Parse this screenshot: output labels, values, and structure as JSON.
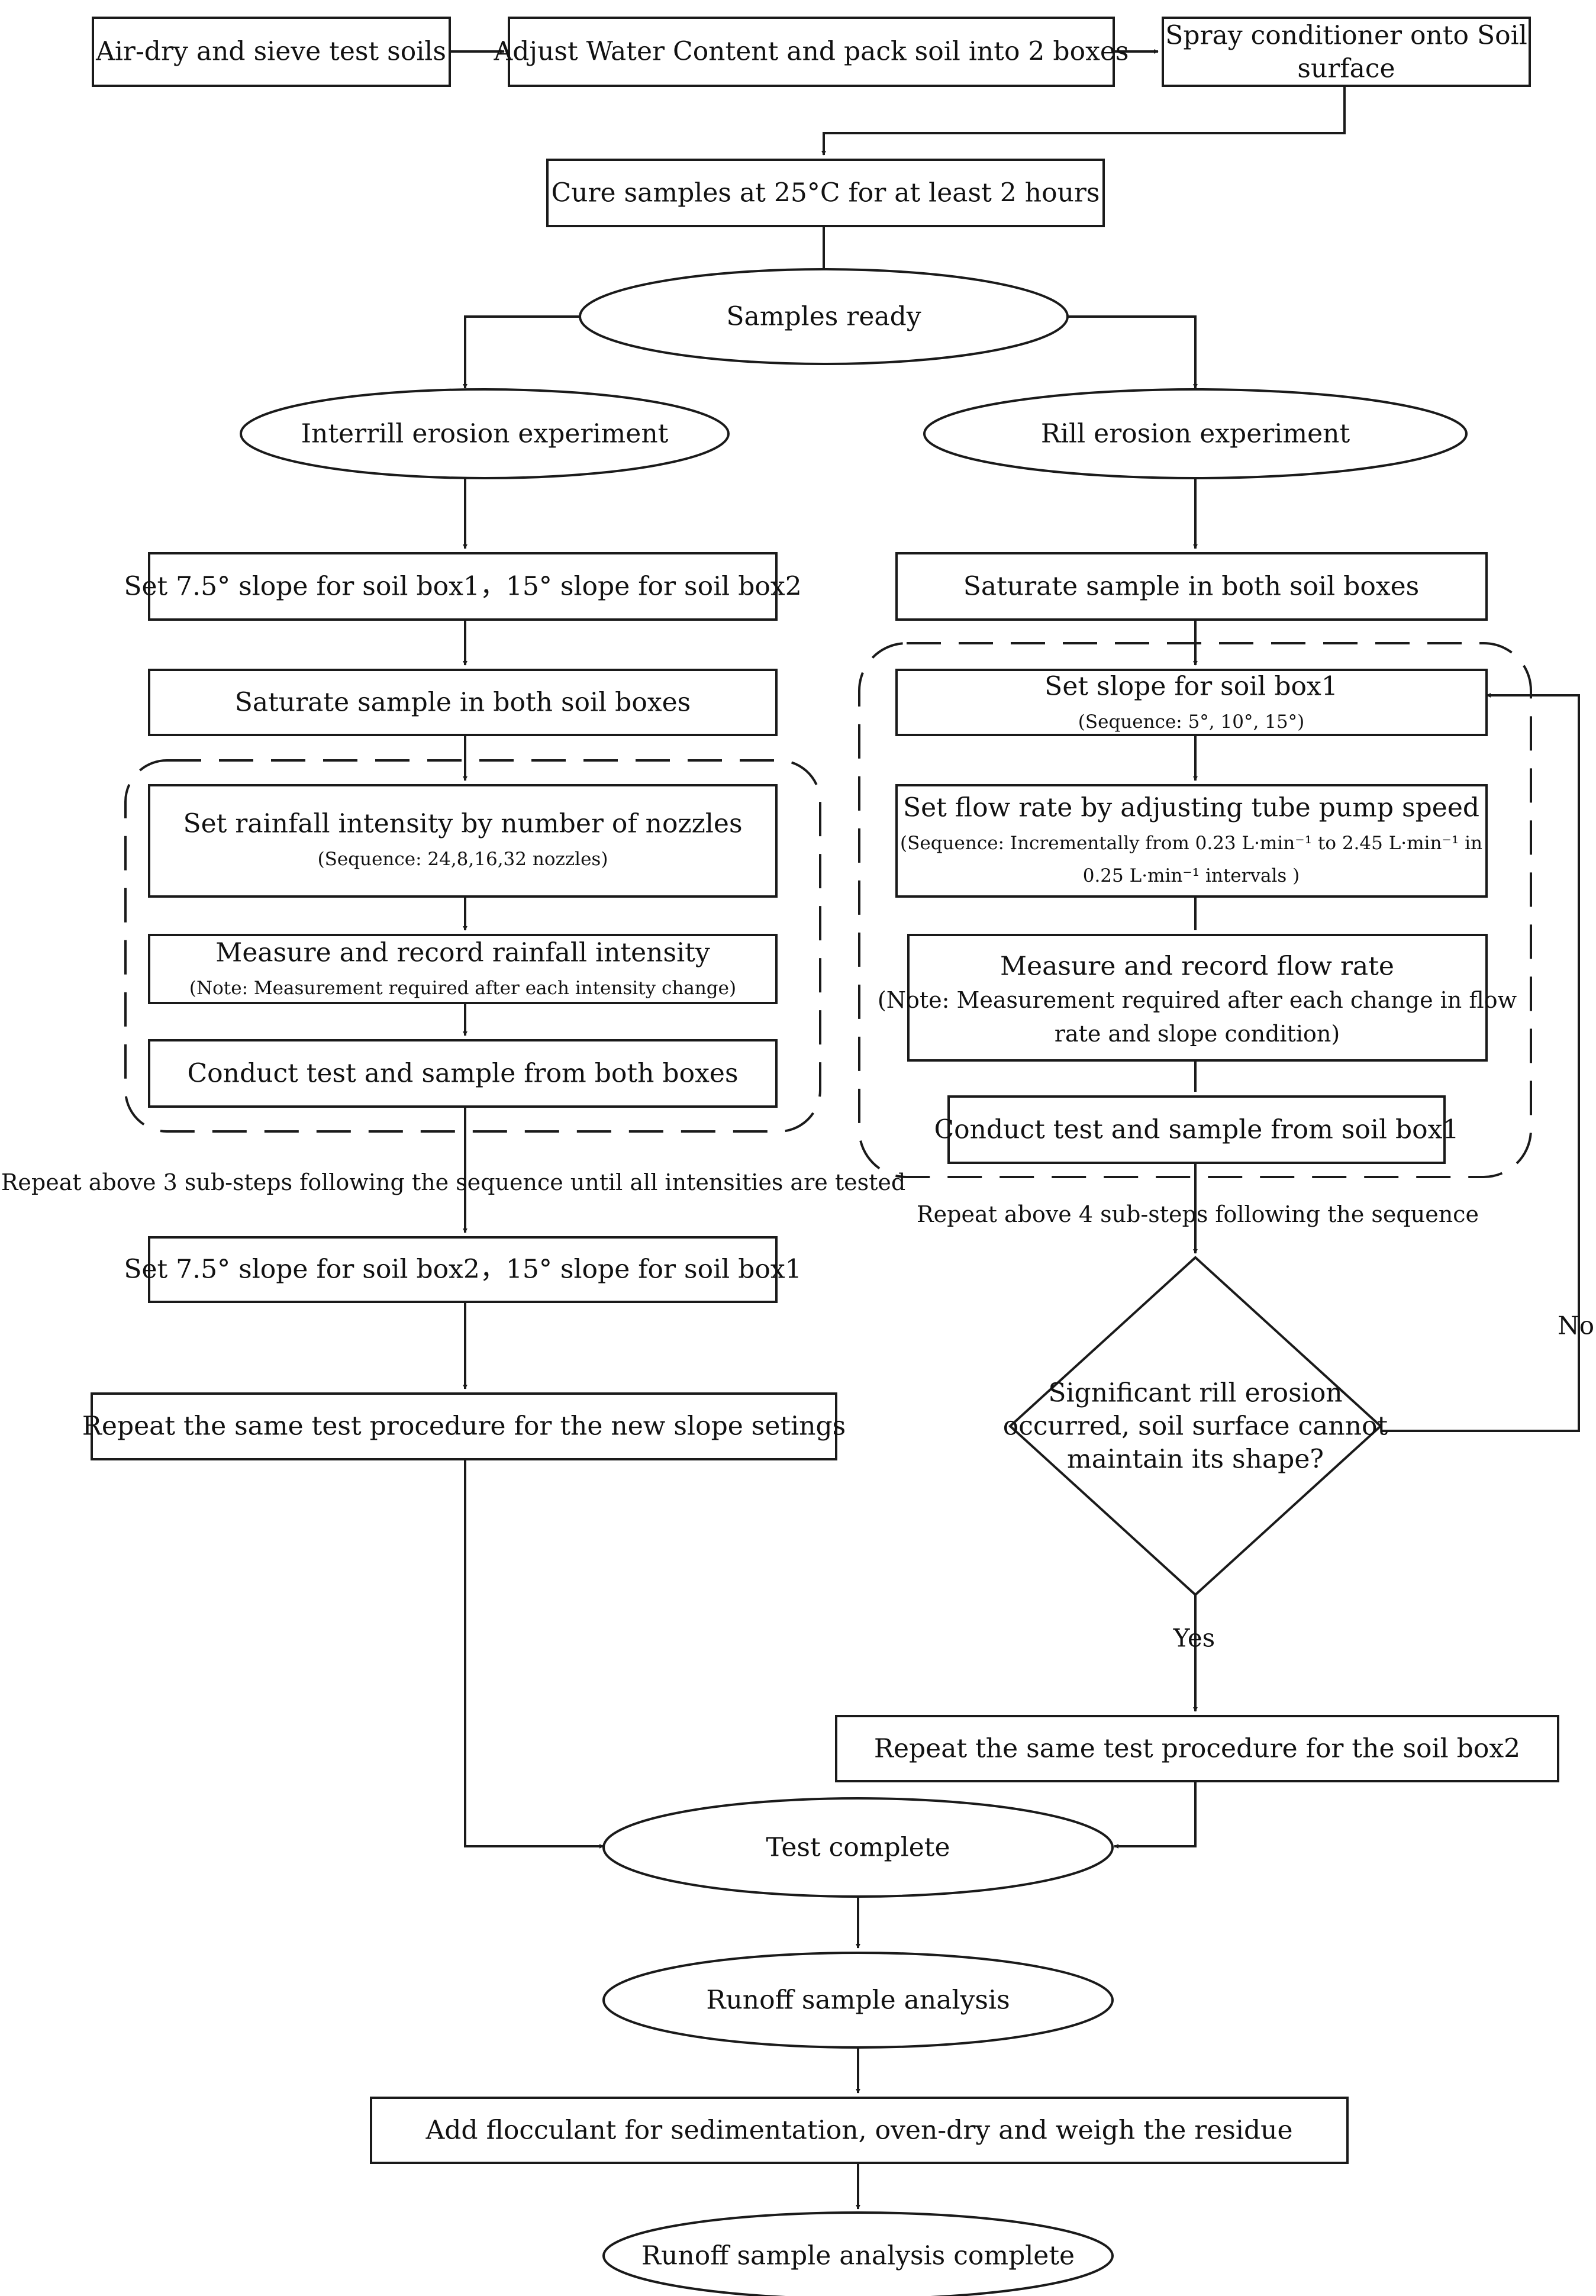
{
  "nodes": {
    "airdry": {
      "text": "Air-dry and sieve test soils"
    },
    "adjust": {
      "text": "Adjust Water Content and pack soil into 2 boxes"
    },
    "spray": {
      "line1": "Spray conditioner onto Soil",
      "line2": "surface"
    },
    "cure": {
      "text": "Cure samples at 25°C for at least 2 hours"
    },
    "ready": {
      "text": "Samples ready"
    },
    "interrill": {
      "text": "Interrill erosion experiment"
    },
    "rill": {
      "text": "Rill erosion experiment"
    },
    "set_slope_a": {
      "text": "Set 7.5° slope for soil box1，15° slope for soil box2"
    },
    "saturate_left": {
      "text": "Saturate sample in both soil boxes"
    },
    "rain_set": {
      "title": "Set rainfall intensity by number of nozzles",
      "note": "(Sequence: 24,8,16,32 nozzles)"
    },
    "rain_measure": {
      "title": "Measure and record rainfall intensity",
      "note": "(Note: Measurement required after each intensity change)"
    },
    "rain_test": {
      "text": "Conduct test and sample from both boxes"
    },
    "set_slope_b": {
      "text": "Set 7.5° slope for soil box2，15° slope for soil box1"
    },
    "repeat_left": {
      "text": "Repeat the same test procedure for the new slope setings"
    },
    "saturate_right": {
      "text": "Saturate sample in both soil boxes"
    },
    "slope_box1": {
      "title": "Set slope for soil box1",
      "note": "(Sequence: 5°, 10°, 15°)"
    },
    "flow_set": {
      "title": "Set flow rate by adjusting tube pump speed",
      "note1": "(Sequence: Incrementally from 0.23 L·min⁻¹ to 2.45 L·min⁻¹ in",
      "note2": "0.25 L·min⁻¹ intervals )"
    },
    "flow_measure": {
      "title": "Measure and record flow rate",
      "note1": "(Note: Measurement required after each change in flow",
      "note2": "rate and slope condition)"
    },
    "rill_test": {
      "text": "Conduct test and sample from soil box1"
    },
    "decision": {
      "line1": "Significant rill erosion",
      "line2": "occurred, soil surface cannot",
      "line3": "maintain its shape?"
    },
    "repeat_right": {
      "text": "Repeat the same test procedure for the soil box2"
    },
    "complete": {
      "text": "Test complete"
    },
    "runoff": {
      "text": "Runoff sample analysis"
    },
    "flocculant": {
      "text": "Add flocculant for sedimentation, oven-dry and weigh the residue"
    },
    "analysis_done": {
      "text": "Runoff sample analysis complete"
    }
  },
  "labels": {
    "repeat_left_loop": "Repeat above 3 sub-steps following the sequence until all intensities are tested",
    "repeat_right_loop": "Repeat above 4 sub-steps following the sequence",
    "no": "No",
    "yes": "Yes"
  }
}
